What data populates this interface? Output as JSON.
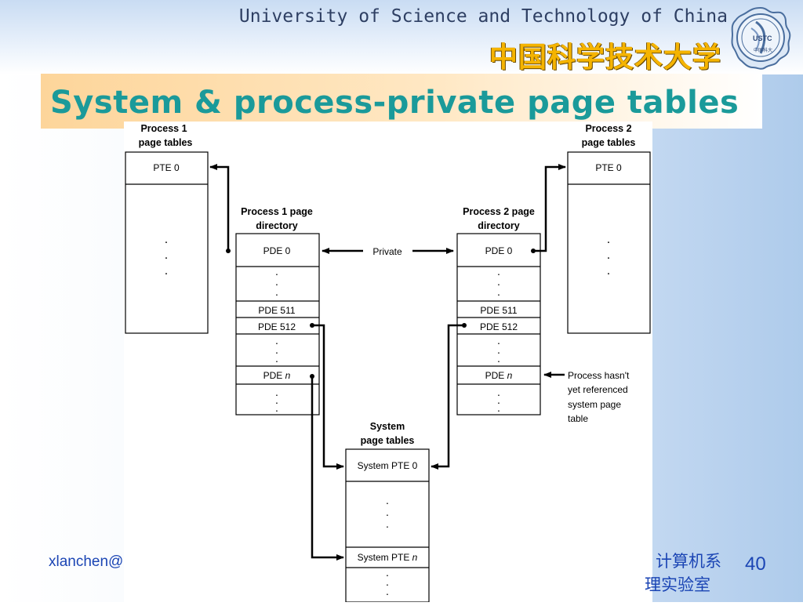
{
  "header": {
    "university_en": "University of Science and Technology of China",
    "university_cn": "中国科学技术大学",
    "logo_text": "USTC",
    "logo_cn": "中国科大"
  },
  "slide": {
    "title": "System & process-private page tables",
    "page_number": "40"
  },
  "footer": {
    "author": "xlanchen@",
    "dept_line1": "计算机系",
    "dept_line2": "理实验室"
  },
  "diagram": {
    "p1_tables": {
      "label1": "Process 1",
      "label2": "page tables",
      "entry0": "PTE 0"
    },
    "p2_tables": {
      "label1": "Process 2",
      "label2": "page tables",
      "entry0": "PTE 0"
    },
    "p1_dir": {
      "label1": "Process 1 page",
      "label2": "directory",
      "pde0": "PDE 0",
      "pde511": "PDE 511",
      "pde512": "PDE 512",
      "pden_prefix": "PDE ",
      "pden_var": "n"
    },
    "p2_dir": {
      "label1": "Process 2 page",
      "label2": "directory",
      "pde0": "PDE 0",
      "pde511": "PDE 511",
      "pde512": "PDE 512",
      "pden_prefix": "PDE ",
      "pden_var": "n"
    },
    "private_label": "Private",
    "sys_tables": {
      "label1": "System",
      "label2": "page tables",
      "entry0": "System PTE 0",
      "entryn_prefix": "System PTE ",
      "entryn_var": "n"
    },
    "note": [
      "Process hasn't",
      "yet referenced",
      "system page",
      "table"
    ],
    "dots": "."
  },
  "colors": {
    "title": "#1a9a9a",
    "header_en": "#2e3f63",
    "header_cn": "#f5b400",
    "footer": "#1b45b4"
  }
}
